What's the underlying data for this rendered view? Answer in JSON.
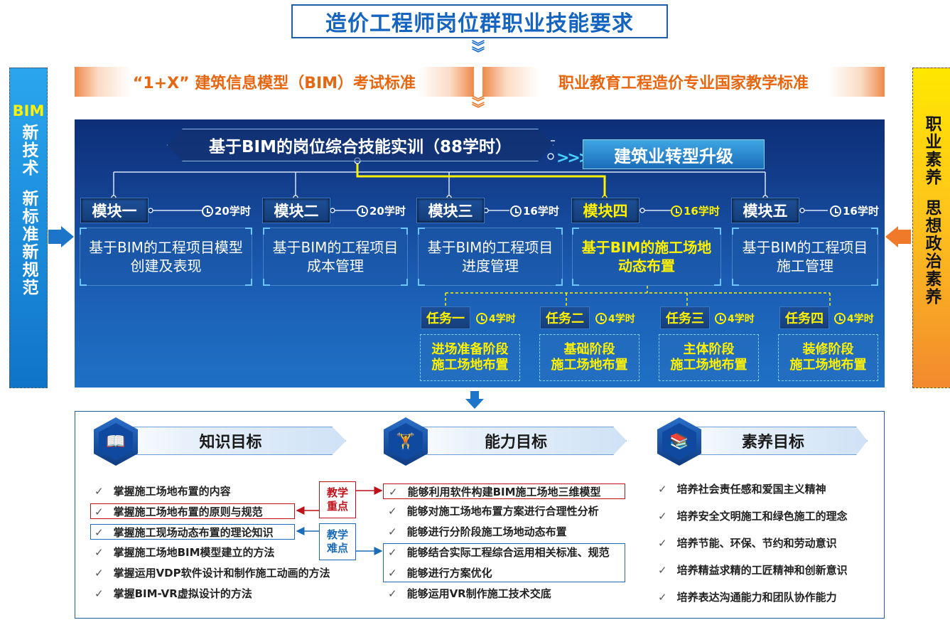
{
  "title": "造价工程师岗位群职业技能要求",
  "standards": {
    "left": "“1+X” 建筑信息模型（BIM）考试标准",
    "right": "职业教育工程造价专业国家教学标准"
  },
  "side_left": {
    "bim": "BIM",
    "line1": "新技术",
    "line2": "新标准新规范"
  },
  "side_right": {
    "line1": "职业素养",
    "line2": "思想政治素养"
  },
  "training": "基于BIM的岗位综合技能实训（88学时）",
  "upgrade": "建筑业转型升级",
  "modules": [
    {
      "label": "模块一",
      "hours": "20学时",
      "line1": "基于BIM的工程项目模型",
      "line2": "创建及表现",
      "highlight": false
    },
    {
      "label": "模块二",
      "hours": "20学时",
      "line1": "基于BIM的工程项目",
      "line2": "成本管理",
      "highlight": false
    },
    {
      "label": "模块三",
      "hours": "16学时",
      "line1": "基于BIM的工程项目",
      "line2": "进度管理",
      "highlight": false
    },
    {
      "label": "模块四",
      "hours": "16学时",
      "line1": "基于BIM的施工场地",
      "line2": "动态布置",
      "highlight": true
    },
    {
      "label": "模块五",
      "hours": "16学时",
      "line1": "基于BIM的工程项目",
      "line2": "施工管理",
      "highlight": false
    }
  ],
  "tasks": [
    {
      "label": "任务一",
      "hours": "4学时",
      "line1": "进场准备阶段",
      "line2": "施工场地布置"
    },
    {
      "label": "任务二",
      "hours": "4学时",
      "line1": "基础阶段",
      "line2": "施工场地布置"
    },
    {
      "label": "任务三",
      "hours": "4学时",
      "line1": "主体阶段",
      "line2": "施工场地布置"
    },
    {
      "label": "任务四",
      "hours": "4学时",
      "line1": "装修阶段",
      "line2": "施工场地布置"
    }
  ],
  "goals": {
    "knowledge": {
      "title": "知识目标",
      "items": [
        "掌握施工场地布置的内容",
        "掌握施工场地布置的原则与规范",
        "掌握施工现场动态布置的理论知识",
        "掌握施工场地BIM模型建立的方法",
        "掌握运用VDP软件设计和制作施工动画的方法",
        "掌握BIM-VR虚拟设计的方法"
      ]
    },
    "ability": {
      "title": "能力目标",
      "items": [
        "能够利用软件构建BIM施工场地三维模型",
        "能够对施工场地布置方案进行合理性分析",
        "能够进行分阶段施工场地动态布置",
        "能够结合实际工程综合运用相关标准、规范",
        "能够进行方案优化",
        "能够运用VR制作施工技术交底"
      ]
    },
    "quality": {
      "title": "素养目标",
      "items": [
        "培养社会责任感和爱国主义精神",
        "培养安全文明施工和绿色施工的理念",
        "培养节能、环保、节约和劳动意识",
        "培养精益求精的工匠精神和创新意识",
        "培养表达沟通能力和团队协作能力"
      ]
    }
  },
  "tags": {
    "key_line1": "教学",
    "key_line2": "重点",
    "difficult_line1": "教学",
    "difficult_line2": "难点"
  },
  "check_mark": "✓",
  "colors": {
    "title_blue": "#1565c0",
    "standard_orange": "#e8660f",
    "highlight_yellow": "#fff200",
    "key_red": "#c0101a",
    "difficult_blue": "#1b6cb8"
  }
}
